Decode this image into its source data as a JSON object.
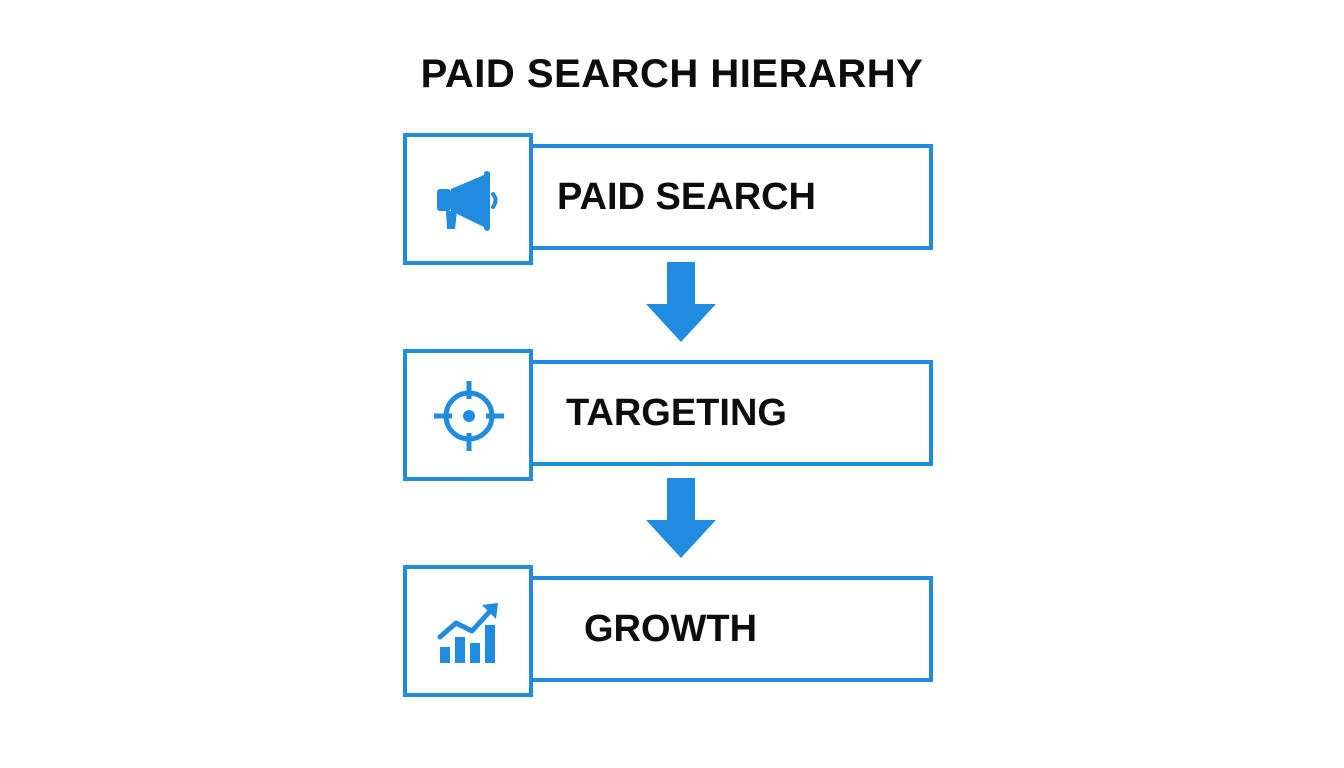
{
  "title": "PAID SEARCH HIERARHY",
  "accent_color": "#1f8ce0",
  "steps": [
    {
      "label": "PAID SEARCH",
      "icon": "megaphone-icon"
    },
    {
      "label": "TARGETING",
      "icon": "crosshair-icon"
    },
    {
      "label": "GROWTH",
      "icon": "growth-chart-icon"
    }
  ]
}
